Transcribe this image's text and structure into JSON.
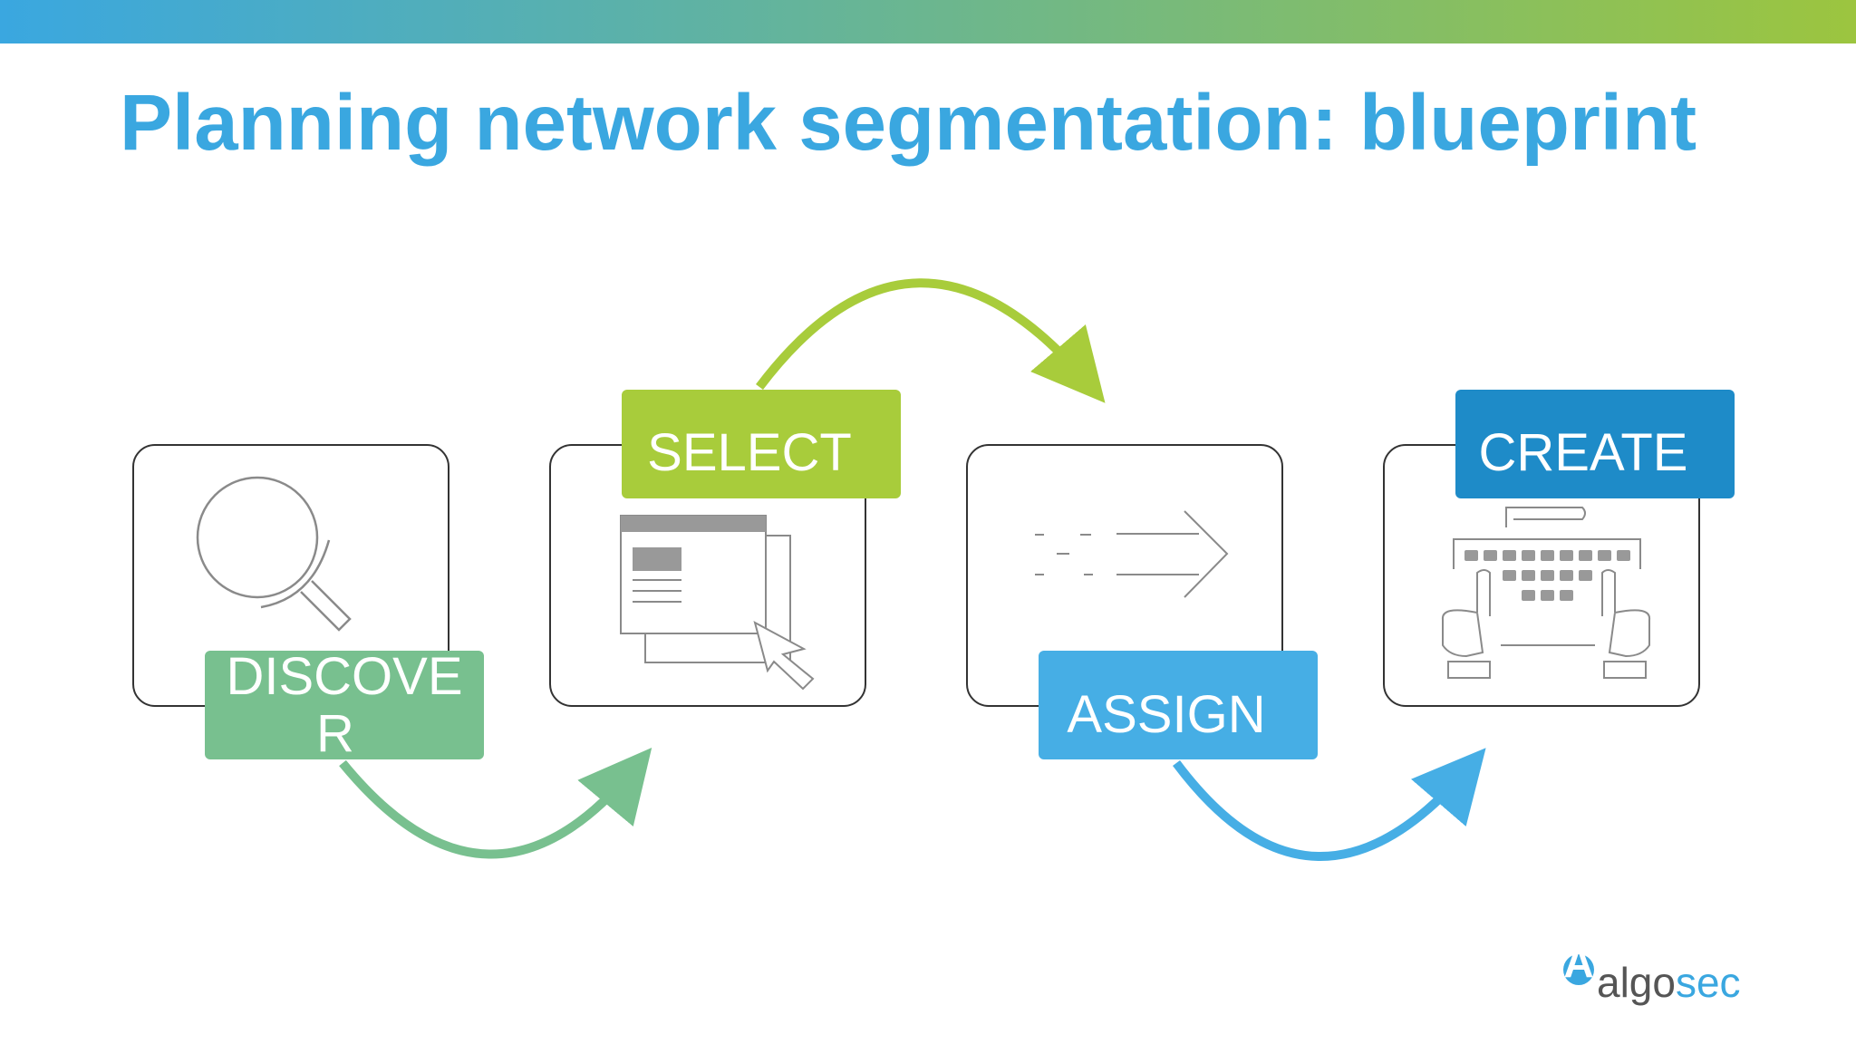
{
  "title": "Planning network segmentation: blueprint",
  "colors": {
    "title": "#3aa7e0",
    "bar_start": "#3aa7e0",
    "bar_end": "#9cc53f",
    "discover": "#78c08f",
    "select": "#a8cc3b",
    "assign": "#46aee5",
    "create": "#1e8bc8",
    "frame": "#333333",
    "icon_stroke": "#8a8a8a",
    "icon_fill": "#999999"
  },
  "steps": [
    {
      "label_lines": [
        "DISCOVE",
        "R"
      ],
      "icon": "magnifier-icon",
      "color": "#78c08f"
    },
    {
      "label": "SELECT",
      "icon": "window-cursor-icon",
      "color": "#a8cc3b"
    },
    {
      "label": "ASSIGN",
      "icon": "forward-arrow-icon",
      "color": "#46aee5"
    },
    {
      "label": "CREATE",
      "icon": "keyboard-hands-icon",
      "color": "#1e8bc8"
    }
  ],
  "logo": {
    "symbol": "A",
    "text_part1": "algo",
    "text_part2": "sec",
    "color_dark": "#555555",
    "color_accent": "#3aa7e0"
  }
}
